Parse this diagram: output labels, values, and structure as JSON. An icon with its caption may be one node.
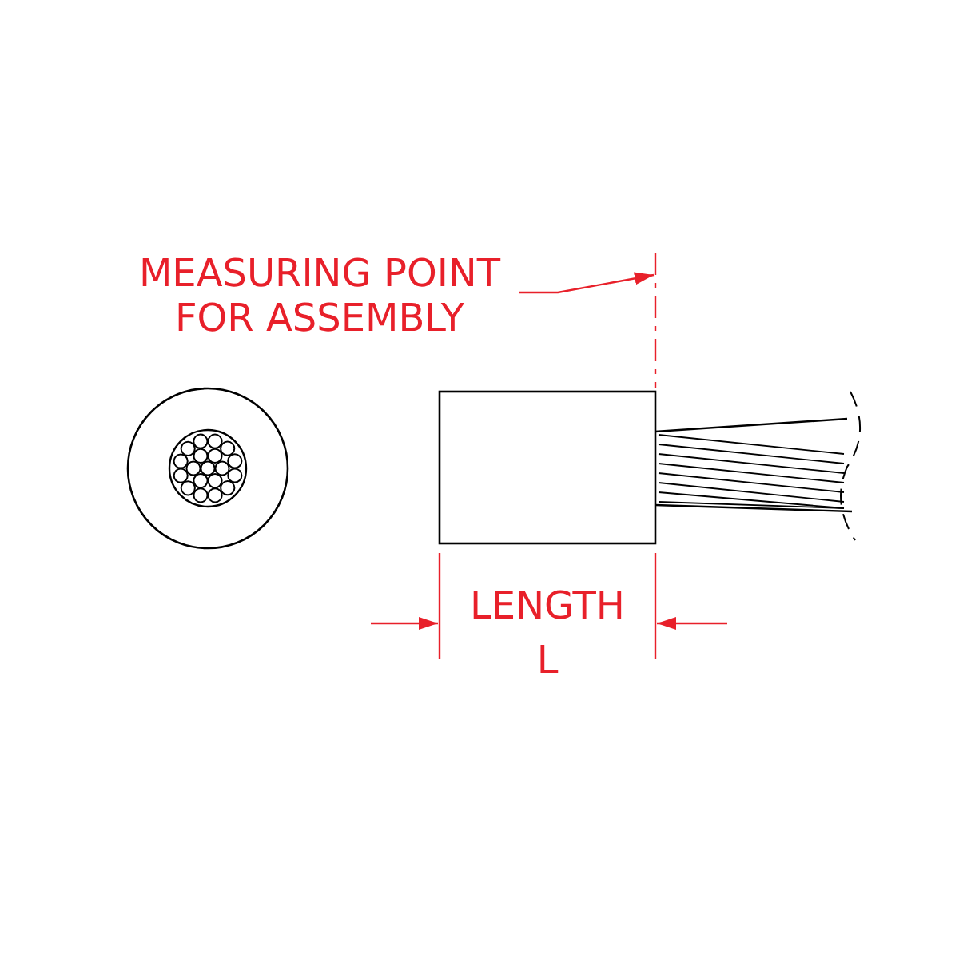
{
  "diagram": {
    "nodes": [
      {
        "text": [
          "MEASURING POINT FOR ASSEMBLY"
        ]
      },
      {
        "text": [],
        "shape": "line"
      }
    ],
    "edges": [
      {
        "from": 0,
        "to": 1,
        "arrow": "to"
      }
    ],
    "labels": [
      "LENGTH L"
    ]
  }
}
